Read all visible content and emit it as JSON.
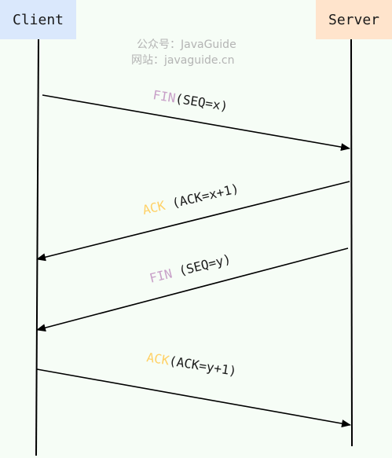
{
  "actors": {
    "client": "Client",
    "server": "Server"
  },
  "watermark": {
    "line1": "公众号：JavaGuide",
    "line2": "网站：javaguide.cn"
  },
  "messages": [
    {
      "keyword": "FIN",
      "detail": "(SEQ=x)",
      "keyword_color": "#c8a0c8",
      "direction": "client-to-server"
    },
    {
      "keyword": "ACK",
      "detail": " (ACK=x+1)",
      "keyword_color": "#ffd166",
      "direction": "server-to-client"
    },
    {
      "keyword": "FIN",
      "detail": " (SEQ=y)",
      "keyword_color": "#c8a0c8",
      "direction": "server-to-client"
    },
    {
      "keyword": "ACK",
      "detail": "(ACK=y+1)",
      "keyword_color": "#ffd166",
      "direction": "client-to-server"
    }
  ],
  "colors": {
    "background": "#f6fdf6",
    "client_box": "#dae8fc",
    "server_box": "#ffe4cc",
    "line": "#000000",
    "detail_text": "#1a1a1a"
  }
}
